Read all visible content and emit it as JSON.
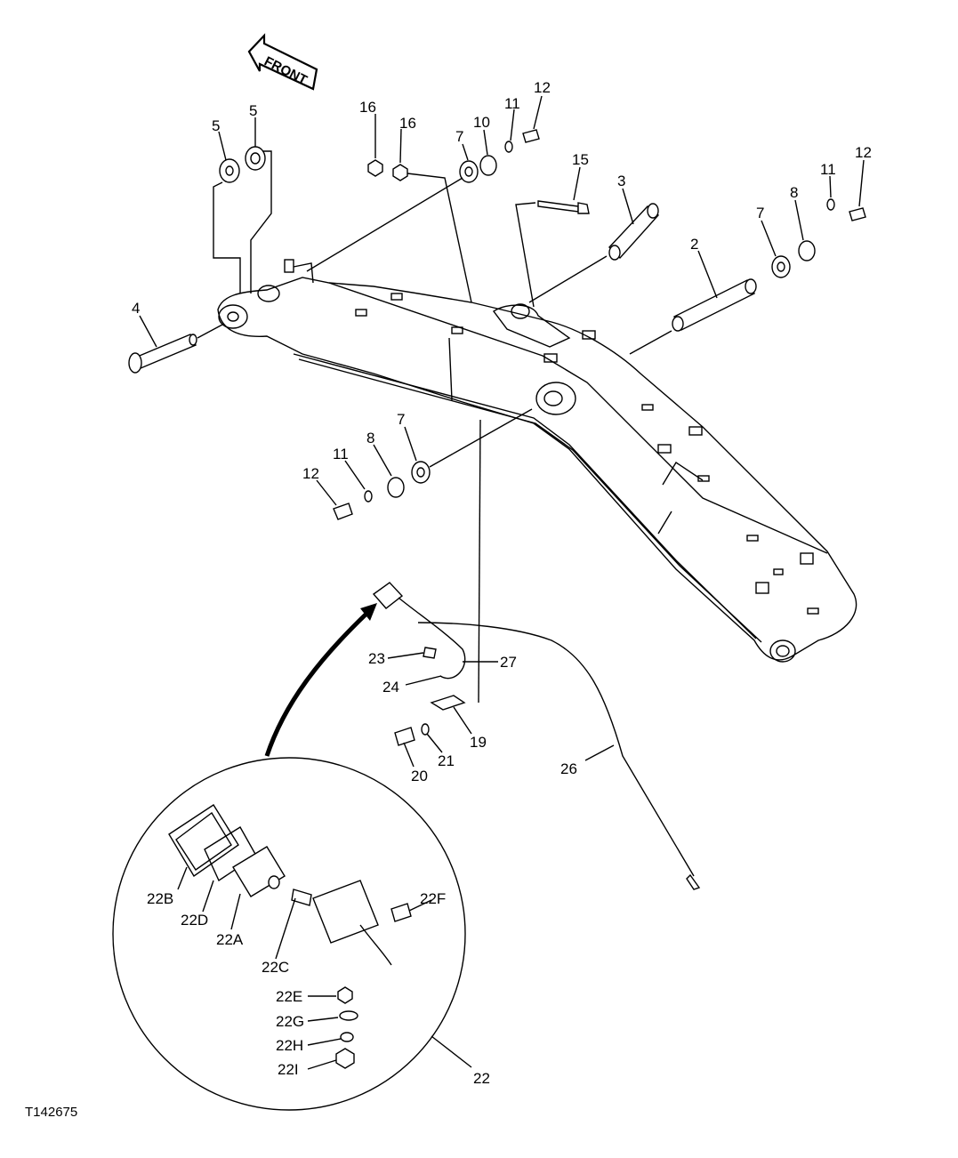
{
  "figure_id": "T142675",
  "front_label": "FRONT",
  "callouts": {
    "c5a": "5",
    "c5b": "5",
    "c16a": "16",
    "c16b": "16",
    "c7a": "7",
    "c10": "10",
    "c11a": "11",
    "c12a": "12",
    "c15": "15",
    "c3": "3",
    "c2": "2",
    "c7b": "7",
    "c8a": "8",
    "c11b": "11",
    "c12b": "12",
    "c4": "4",
    "c7c": "7",
    "c8b": "8",
    "c11c": "11",
    "c12c": "12",
    "c23": "23",
    "c27": "27",
    "c24": "24",
    "c19": "19",
    "c21": "21",
    "c20": "20",
    "c26": "26",
    "c22B": "22B",
    "c22D": "22D",
    "c22A": "22A",
    "c22C": "22C",
    "c22F": "22F",
    "c22E": "22E",
    "c22G": "22G",
    "c22H": "22H",
    "c22I": "22I",
    "c22": "22"
  }
}
